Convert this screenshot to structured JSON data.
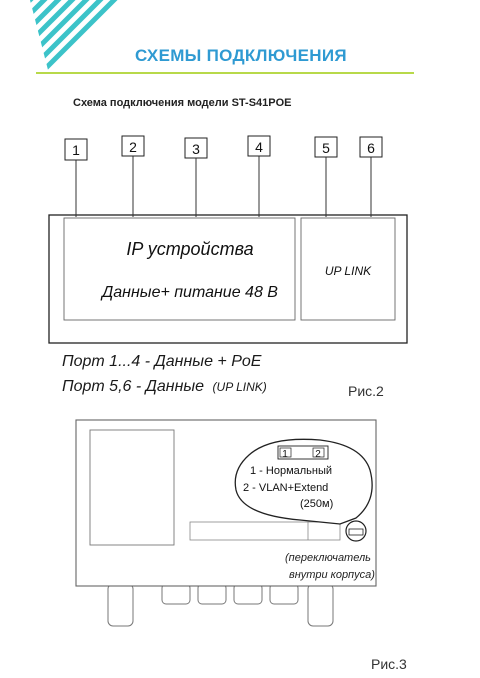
{
  "header": {
    "title": "СХЕМЫ ПОДКЛЮЧЕНИЯ",
    "subtitle": "Схема подключения модели ST-S41POE",
    "accent_blue": "#2f9ad2",
    "accent_teal": "#3cc3c9",
    "accent_green": "#b8d94a"
  },
  "diagram1": {
    "ports": [
      "1",
      "2",
      "3",
      "4",
      "5",
      "6"
    ],
    "main_label_1": "IP устройства",
    "main_label_2": "Данные+ питание 48 В",
    "uplink_label": "UP LINK",
    "legend_line_1": "Порт 1...4 - Данные + PoE",
    "legend_line_2_a": "Порт 5,6 - Данные",
    "legend_line_2_b": "(UP LINK)",
    "caption": "Рис.2"
  },
  "diagram2": {
    "switch_1": "1",
    "switch_2": "2",
    "mode_1": "1 - Нормальный",
    "mode_2_a": "2 - VLAN+Extend",
    "mode_2_b": "(250м)",
    "note_1": "(переключатель",
    "note_2": "внутри корпуса)",
    "caption": "Рис.3"
  }
}
